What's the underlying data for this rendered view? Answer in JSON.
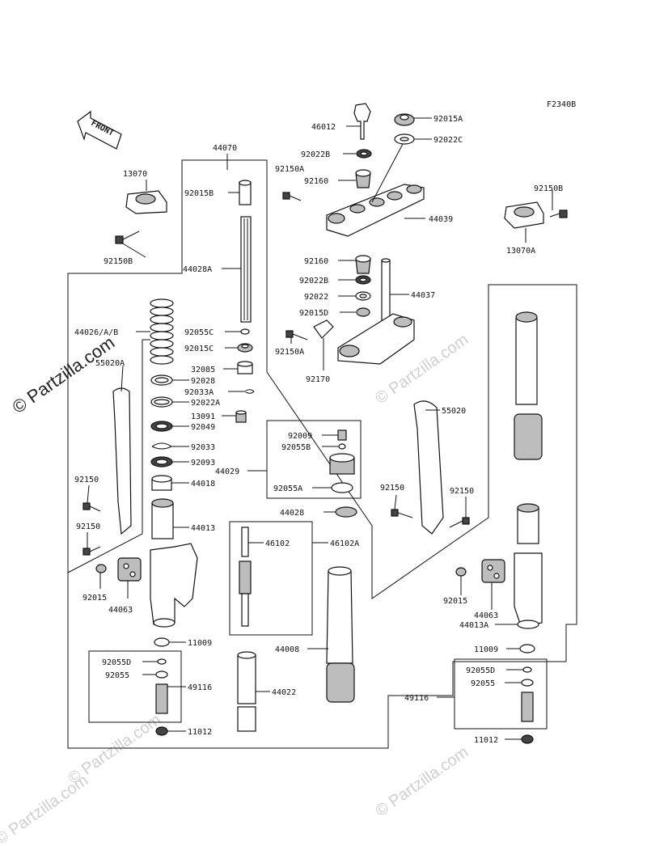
{
  "figure_code": "F2340B",
  "front_arrow_label": "FRONT",
  "watermark_side": "© Partzilla.com",
  "watermark_text": "© Partzilla.com",
  "part_labels": {
    "p46012": "46012",
    "p92015A": "92015A",
    "p92022C": "92022C",
    "p92022B_top": "92022B",
    "p92160_top": "92160",
    "p92150A_top": "92150A",
    "p44070": "44070",
    "p13070": "13070",
    "p92150B_left": "92150B",
    "p92015B": "92015B",
    "p44039": "44039",
    "p92150B_right": "92150B",
    "p13070A": "13070A",
    "p44028A": "44028A",
    "p92160_mid": "92160",
    "p92022B_mid": "92022B",
    "p92022": "92022",
    "p44037": "44037",
    "p92015D": "92015D",
    "p44026": "44026/A/B",
    "p92055C": "92055C",
    "p92015C": "92015C",
    "p92150A_mid": "92150A",
    "p55020A": "55020A",
    "p32085": "32085",
    "p92170": "92170",
    "p92028": "92028",
    "p92033A": "92033A",
    "p92022A": "92022A",
    "p13091": "13091",
    "p55020": "55020",
    "p92049": "92049",
    "p92009": "92009",
    "p92055B": "92055B",
    "p92033": "92033",
    "p92093": "92093",
    "p44029": "44029",
    "p44018": "44018",
    "p92150_left1": "92150",
    "p92055A": "92055A",
    "p92150_right1": "92150",
    "p92150_right2": "92150",
    "p44028": "44028",
    "p92150_left2": "92150",
    "p44013": "44013",
    "p46102": "46102",
    "p46102A": "46102A",
    "p92015_left": "92015",
    "p44063_left": "44063",
    "p92015_right": "92015",
    "p44063_right": "44063",
    "p44013A": "44013A",
    "p11009_left": "11009",
    "p44008": "44008",
    "p11009_right": "11009",
    "p92055D_left": "92055D",
    "p92055_left": "92055",
    "p49116_left": "49116",
    "p44022": "44022",
    "p92055D_right": "92055D",
    "p92055_right": "92055",
    "p49116_right": "49116",
    "p11012_left": "11012",
    "p11012_right": "11012"
  }
}
